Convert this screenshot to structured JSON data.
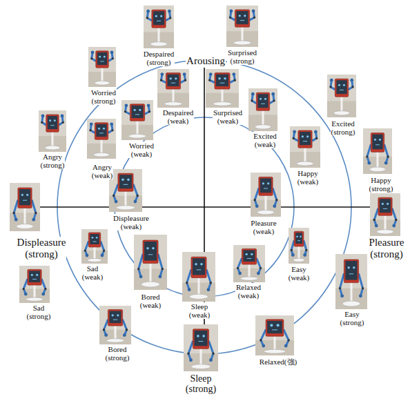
{
  "diagram": {
    "labels": [
      "Despaired (strong)",
      "Surprised (strong)",
      "Arousing",
      "Worried (strong)",
      "Despaired (weak)",
      "Surprised (weak)",
      "Excited (strong)",
      "Excited (weak)",
      "Worried (weak)",
      "Angry (strong)",
      "Angry (weak)",
      "Happy (weak)",
      "Happy (strong)",
      "Displeasure (weak)",
      "Pleasure (weak)",
      "Displeasure (strong)",
      "Pleasure (strong)",
      "Sad (weak)",
      "Bored (weak)",
      "Easy (weak)",
      "Sad (strong)",
      "Sleep (weak)",
      "Relaxed (weak)",
      "Easy (strong)",
      "Bored (strong)",
      "Relaxed(強)",
      "Sleep (strong)"
    ]
  }
}
